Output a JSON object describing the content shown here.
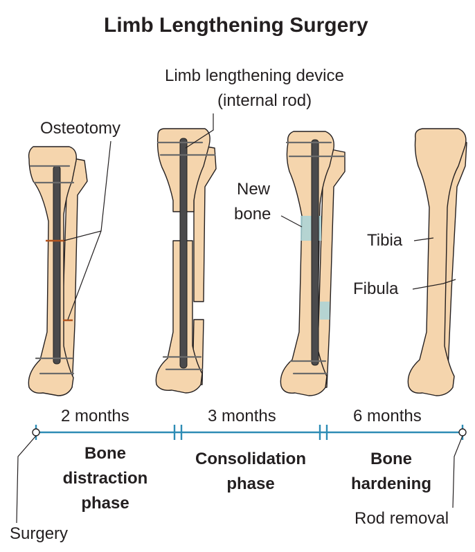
{
  "title": "Limb Lengthening Surgery",
  "labels": {
    "device_line1": "Limb lengthening device",
    "device_line2": "(internal rod)",
    "osteotomy": "Osteotomy",
    "new_bone_line1": "New",
    "new_bone_line2": "bone",
    "tibia": "Tibia",
    "fibula": "Fibula"
  },
  "timeline": {
    "durations": [
      "2 months",
      "3 months",
      "6 months"
    ],
    "phases": [
      [
        "Bone",
        "distraction",
        "phase"
      ],
      [
        "Consolidation",
        "phase"
      ],
      [
        "Bone",
        "hardening"
      ]
    ],
    "start_event": "Surgery",
    "end_event": "Rod removal"
  },
  "colors": {
    "bone": "#f5d5ad",
    "rod": "#4a4a4c",
    "new_bone": "#a9d3d8",
    "timeline": "#2d8cb5"
  }
}
